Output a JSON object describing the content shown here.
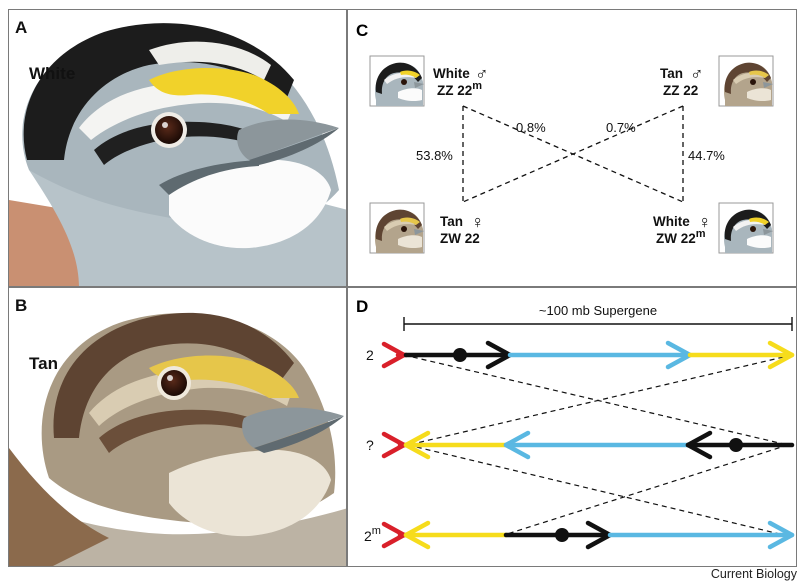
{
  "panels": {
    "a": {
      "label": "A",
      "bird": "White"
    },
    "b": {
      "label": "B",
      "bird": "Tan"
    },
    "c": {
      "label": "C",
      "nodes": {
        "white_male": {
          "morph": "White",
          "genotype": "ZZ 22",
          "sup": "m"
        },
        "tan_male": {
          "morph": "Tan",
          "genotype": "ZZ 22",
          "sup": ""
        },
        "tan_female": {
          "morph": "Tan",
          "genotype": "ZW 22",
          "sup": ""
        },
        "white_female": {
          "morph": "White",
          "genotype": "ZW 22",
          "sup": "m"
        }
      },
      "male_symbol": "♂",
      "female_symbol": "♀",
      "percentages": {
        "white_male_to_tan_female": "53.8%",
        "white_male_to_white_female": "0.8%",
        "tan_male_to_tan_female": "0.7%",
        "tan_male_to_white_female": "44.7%"
      }
    },
    "d": {
      "label": "D",
      "supergene_label": "~100 mb Supergene",
      "rows": [
        {
          "label": "2",
          "sup": ""
        },
        {
          "label": "?",
          "sup": ""
        },
        {
          "label": "2",
          "sup": "m"
        }
      ]
    }
  },
  "credit": "Current Biology",
  "colors": {
    "red": "#d9202a",
    "black": "#111111",
    "blue": "#5ab8e2",
    "yellow": "#f6dc1c"
  }
}
